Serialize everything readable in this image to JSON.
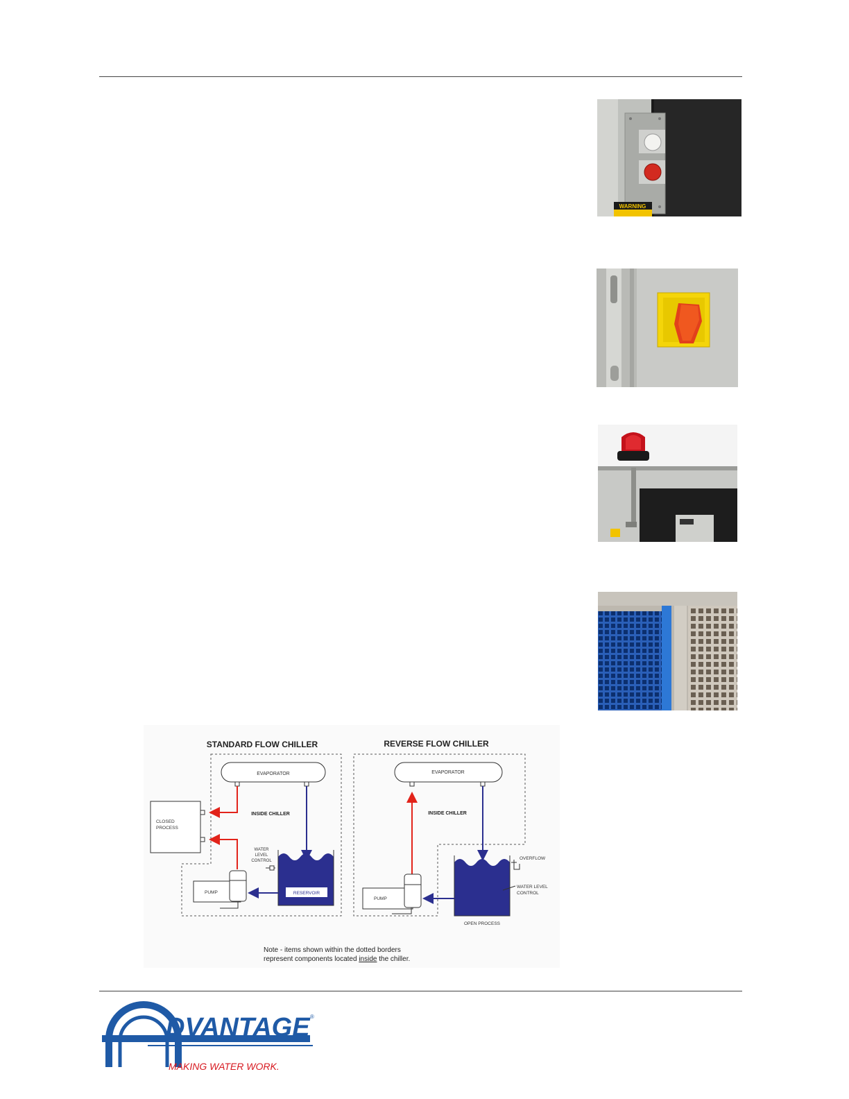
{
  "photos": {
    "pushbutton": {
      "label": "WARNING"
    },
    "disconnect": {},
    "beacon": {},
    "filter": {}
  },
  "diagram": {
    "standard": {
      "title": "STANDARD FLOW CHILLER",
      "evaporator": "EVAPORATOR",
      "inside": "INSIDE CHILLER",
      "closed_process_1": "CLOSED",
      "closed_process_2": "PROCESS",
      "water_level_1": "WATER",
      "water_level_2": "LEVEL",
      "water_level_3": "CONTROL",
      "pump": "PUMP",
      "reservoir": "RESERVOIR"
    },
    "reverse": {
      "title": "REVERSE FLOW CHILLER",
      "evaporator": "EVAPORATOR",
      "inside": "INSIDE CHILLER",
      "overflow": "OVERFLOW",
      "water_level_1": "WATER LEVEL",
      "water_level_2": "CONTROL",
      "pump": "PUMP",
      "open_process": "OPEN PROCESS"
    },
    "note_line1": "Note - items shown within the dotted borders",
    "note_line2_pre": "represent components located ",
    "note_line2_u": "inside",
    "note_line2_post": " the chiller."
  },
  "logo": {
    "brand": "DVANTAGE",
    "registered": "®",
    "tagline": "MAKING WATER WORK."
  },
  "colors": {
    "hot": "#e2231a",
    "cold": "#2b2f8f",
    "brand_blue": "#1f5aa6",
    "brand_red": "#d71920"
  }
}
